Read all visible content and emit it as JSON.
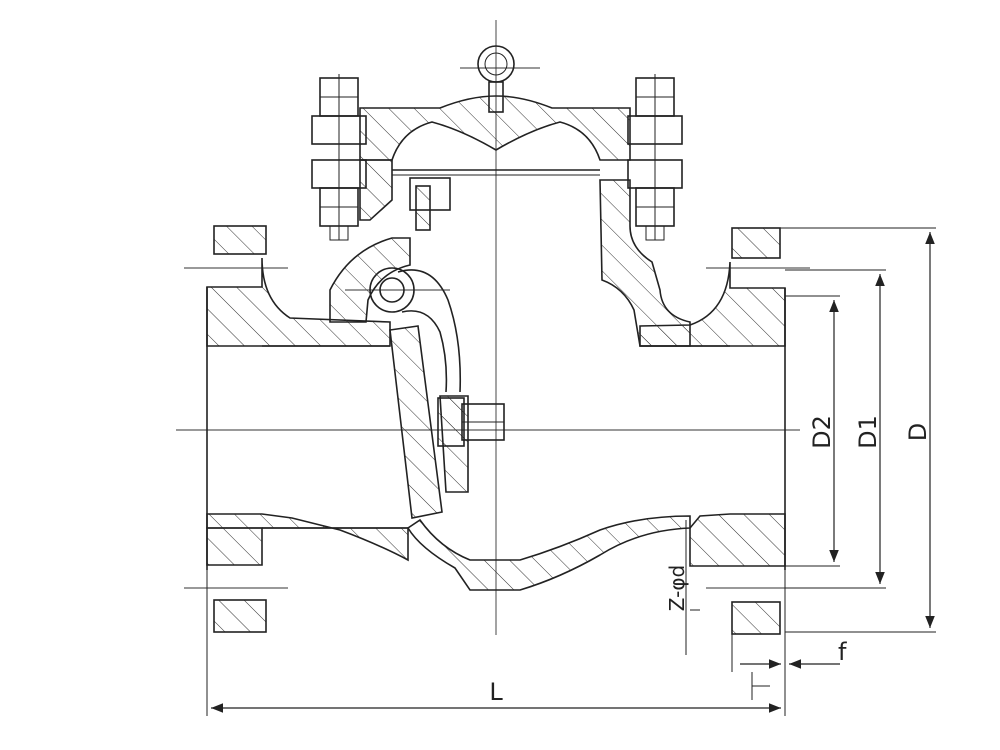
{
  "diagram": {
    "labels": {
      "d2": "D2",
      "d1": "D1",
      "d": "D",
      "bolt_holes": "Z-φd",
      "f": "f",
      "l": "L"
    }
  }
}
